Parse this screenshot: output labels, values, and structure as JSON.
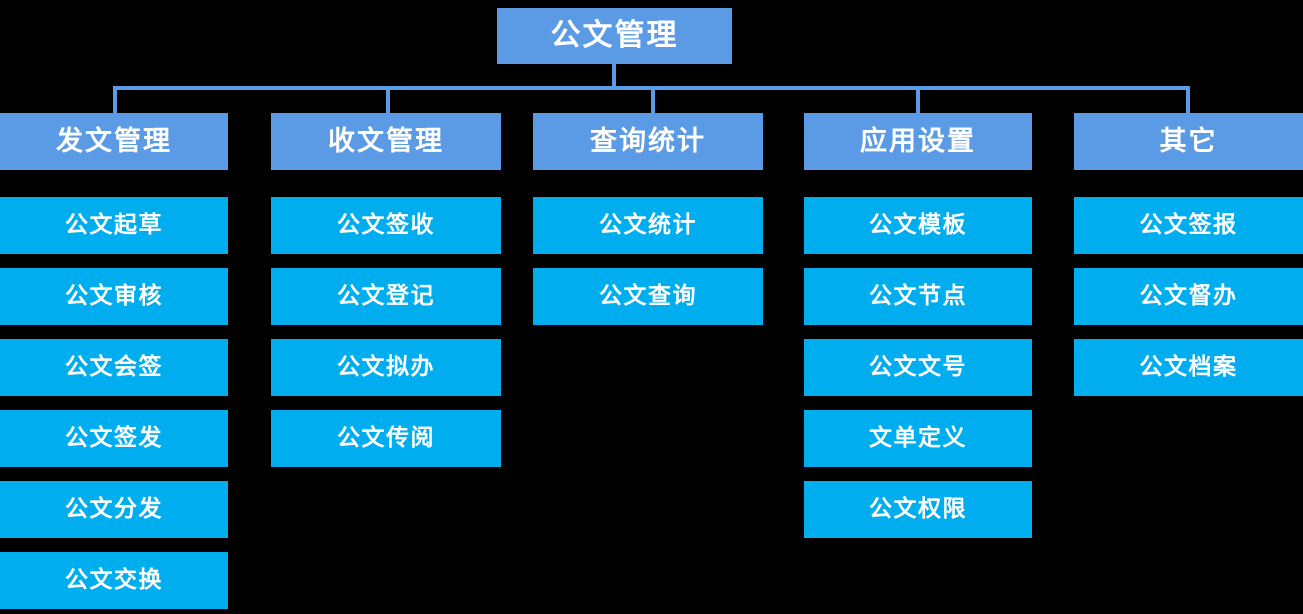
{
  "diagram": {
    "title": "公文管理",
    "type": "organization-tree",
    "colors": {
      "background": "#000000",
      "level1": "#5b9be5",
      "level2": "#5b9be5",
      "level3": "#00aeef",
      "connector": "#5b9be5",
      "text": "#ffffff"
    },
    "root": {
      "label": "公文管理"
    },
    "branches": [
      {
        "label": "发文管理",
        "children": [
          {
            "label": "公文起草"
          },
          {
            "label": "公文审核"
          },
          {
            "label": "公文会签"
          },
          {
            "label": "公文签发"
          },
          {
            "label": "公文分发"
          },
          {
            "label": "公文交换"
          }
        ]
      },
      {
        "label": "收文管理",
        "children": [
          {
            "label": "公文签收"
          },
          {
            "label": "公文登记"
          },
          {
            "label": "公文拟办"
          },
          {
            "label": "公文传阅"
          }
        ]
      },
      {
        "label": "查询统计",
        "children": [
          {
            "label": "公文统计"
          },
          {
            "label": "公文查询"
          }
        ]
      },
      {
        "label": "应用设置",
        "children": [
          {
            "label": "公文模板"
          },
          {
            "label": "公文节点"
          },
          {
            "label": "公文文号"
          },
          {
            "label": "文单定义"
          },
          {
            "label": "公文权限"
          }
        ]
      },
      {
        "label": "其它",
        "children": [
          {
            "label": "公文签报"
          },
          {
            "label": "公文督办"
          },
          {
            "label": "公文档案"
          }
        ]
      }
    ]
  }
}
